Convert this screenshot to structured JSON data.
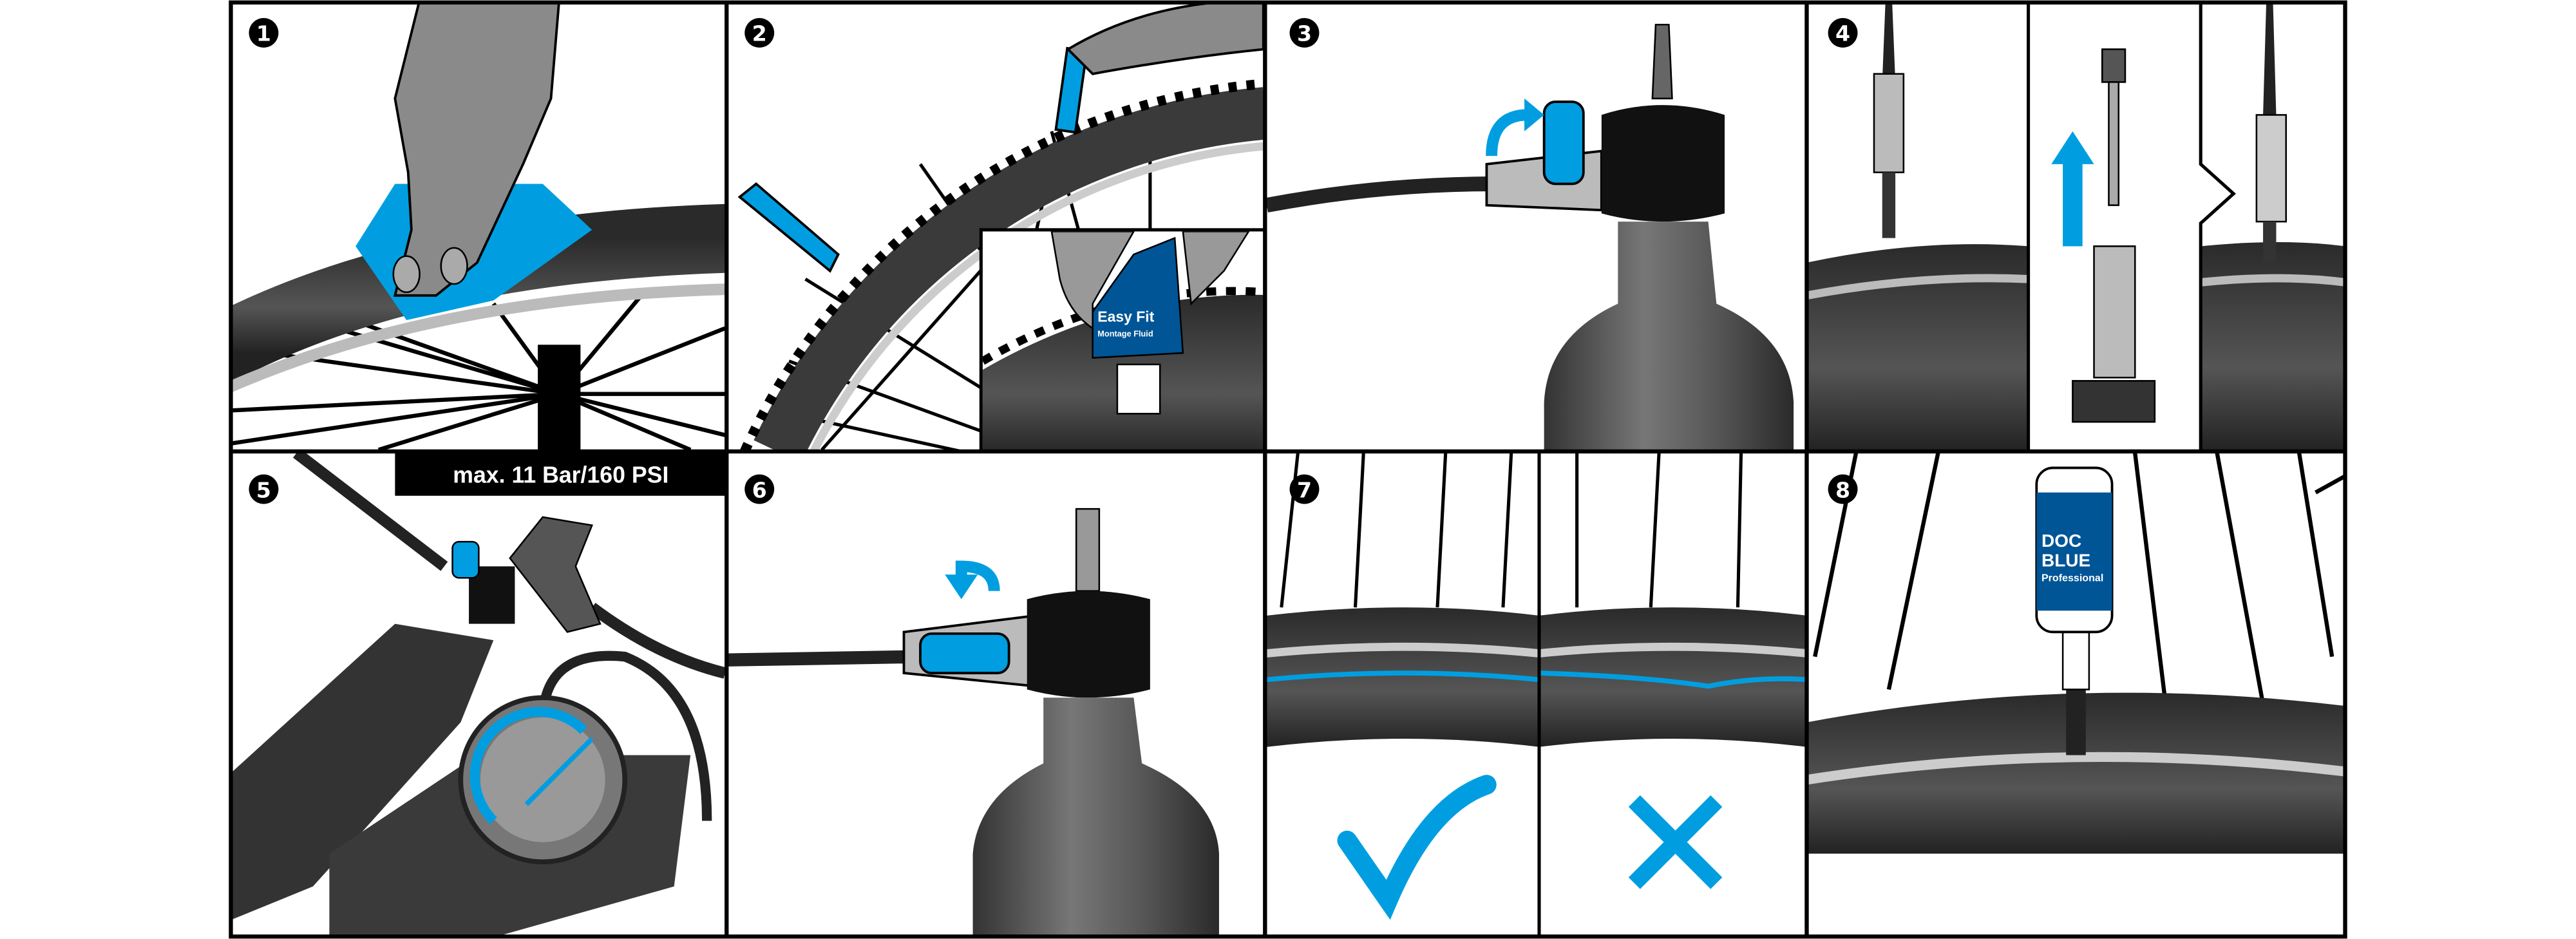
{
  "steps": [
    {
      "number": "1",
      "description_icon": "clean-rim"
    },
    {
      "number": "2",
      "description_icon": "mount-tire-with-fluid"
    },
    {
      "number": "3",
      "description_icon": "attach-pump-lever-up"
    },
    {
      "number": "4",
      "description_icon": "remove-valve-core"
    },
    {
      "number": "5",
      "description_icon": "inflate-pump-gauge"
    },
    {
      "number": "6",
      "description_icon": "release-pump-lever-down"
    },
    {
      "number": "7",
      "description_icon": "check-bead-seat"
    },
    {
      "number": "8",
      "description_icon": "add-sealant"
    }
  ],
  "pressure_label": "max. 11 Bar/160 PSI",
  "fluid_bottle": {
    "title": "Easy Fit",
    "subtitle": "Montage Fluid"
  },
  "sealant_bottle": {
    "line1": "DOC",
    "line2": "BLUE",
    "line3": "Professional"
  },
  "colors": {
    "accent_blue": "#009ee0",
    "label_blue": "#005596",
    "tire": "#3a3a3a",
    "hand": "#8a8a8a"
  }
}
